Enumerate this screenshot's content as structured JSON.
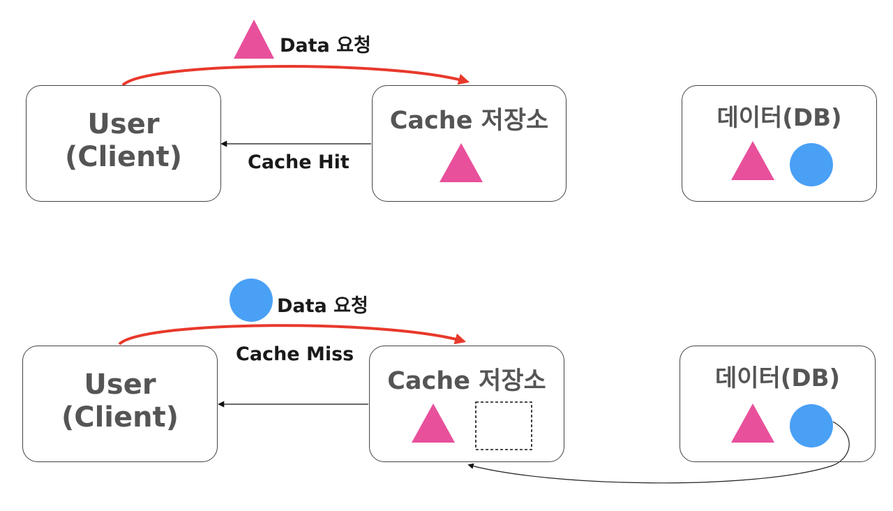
{
  "colors": {
    "request_arrow": "#e8392c",
    "triangle": "#e8509b",
    "circle": "#4aa0f5",
    "box_border": "#444444",
    "label_gray": "#555555"
  },
  "top": {
    "request": {
      "item": "triangle",
      "label": "Data 요청"
    },
    "user": {
      "line1": "User",
      "line2": "(Client)"
    },
    "cache": {
      "title": "Cache 저장소",
      "contents": [
        "triangle"
      ]
    },
    "result_label": "Cache Hit",
    "db": {
      "title": "데이터(DB)",
      "contents": [
        "triangle",
        "circle"
      ]
    }
  },
  "bottom": {
    "request": {
      "item": "circle",
      "label": "Data 요청"
    },
    "user": {
      "line1": "User",
      "line2": "(Client)"
    },
    "cache": {
      "title": "Cache 저장소",
      "contents": [
        "triangle",
        "empty-slot"
      ]
    },
    "result_label": "Cache Miss",
    "db": {
      "title": "데이터(DB)",
      "contents": [
        "triangle",
        "circle"
      ]
    }
  }
}
